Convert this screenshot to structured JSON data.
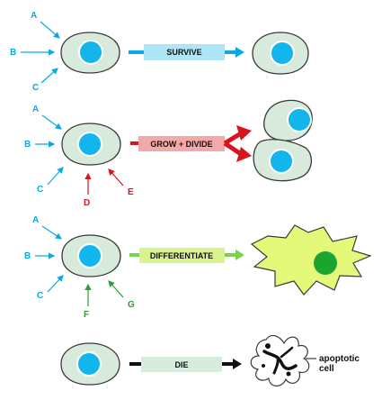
{
  "colors": {
    "cell_fill": "#d7eadb",
    "cell_stroke": "#3a3a3a",
    "nucleus": "#12b6ec",
    "nucleus_ring": "#ffffff",
    "blue": "#0aa9e4",
    "blue_box": "#aee6f8",
    "red": "#d9141c",
    "red_box": "#f4a8a8",
    "green": "#7ad14a",
    "green_text": "#2a9d3c",
    "green_box": "#d9f48c",
    "diff_cell": "#e4f87a",
    "diff_nucleus": "#1aa531",
    "black": "#111111",
    "die_box": "#d6ecdc"
  },
  "labels": {
    "row1": {
      "a": "A",
      "b": "B",
      "c": "C"
    },
    "row2": {
      "a": "A",
      "b": "B",
      "c": "C",
      "d": "D",
      "e": "E"
    },
    "row3": {
      "a": "A",
      "b": "B",
      "c": "C",
      "f": "F",
      "g": "G"
    }
  },
  "boxes": {
    "survive": "SURVIVE",
    "grow": "GROW + DIVIDE",
    "differentiate": "DIFFERENTIATE",
    "die": "DIE"
  },
  "captions": {
    "apoptotic_line1": "apoptotic",
    "apoptotic_line2": "cell"
  }
}
